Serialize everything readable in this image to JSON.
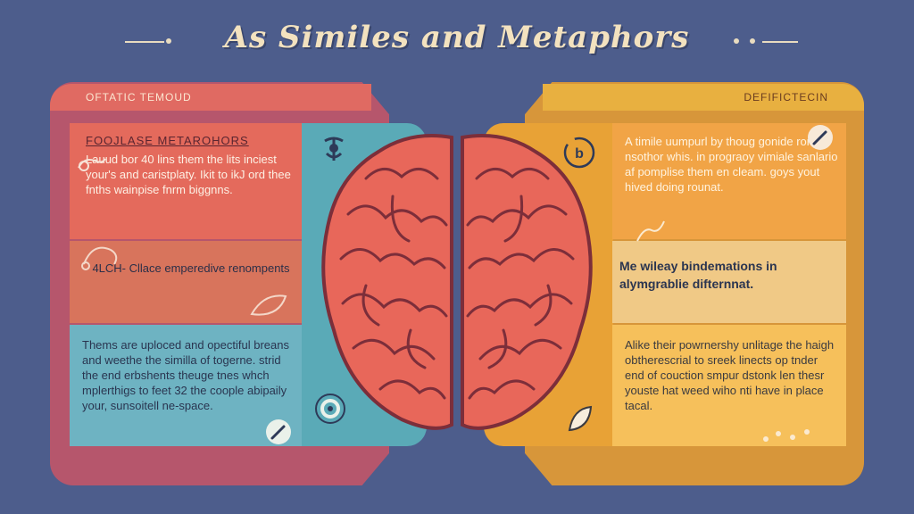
{
  "title": "As Similes and Metaphors",
  "left": {
    "header": "OFTATIC TEMOUD",
    "box1_title": "FOOJLASE METAROHORS",
    "box1_text": "Lauud bor 40 lins them the lits inciest your's and caristplaty. Ikit to ikJ ord thee fnths wainpise fnrm biggnns.",
    "box2_text": "4LCH- Cllace emperedive renompents",
    "box3_text": "Thems are uploced and opectiful breans and weethe the similla of togerne. strid the end erbshents theuge tnes whch mplerthigs to feet 32 the coople abipaily your, sunsoitell ne-space."
  },
  "right": {
    "header": "DEFIFICTECIN",
    "box1_text": "A timile uumpurl by thoug gonide ronod nsothor whis. in prograoy vimiale sanlario af pomplise them en cleam. goys yout hived doing rounat.",
    "box2_text": "Me wileay bindemations in alymgrablie difternnat.",
    "box3_text": "Alike their powrnershy unlitage the haigh obtherescrial to sreek linects op tnder end of couction smpur dstonk len thesr youste hat weed wiho nti have in place tacal."
  },
  "colors": {
    "background": "#4d5d8c",
    "brain": "#e8675a",
    "left_panel": "#b6566c",
    "right_panel": "#d7963a"
  }
}
